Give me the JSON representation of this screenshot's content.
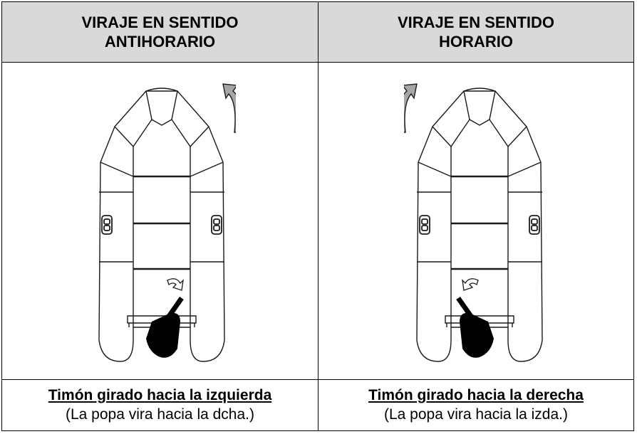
{
  "left": {
    "header": "VIRAJE EN SENTIDO\nANTIHORARIO",
    "caption_bold": "Timón girado hacia la izquierda",
    "caption_note": "(La popa vira hacia la dcha.)"
  },
  "right": {
    "header": "VIRAJE EN SENTIDO\nHORARIO",
    "caption_bold": "Timón girado hacia la derecha",
    "caption_note": "(La popa vira hacia la izda.)"
  },
  "colors": {
    "header_bg": "#d9d9d9",
    "arrow_fill": "#a6a6a6",
    "motor_fill": "#000000"
  }
}
